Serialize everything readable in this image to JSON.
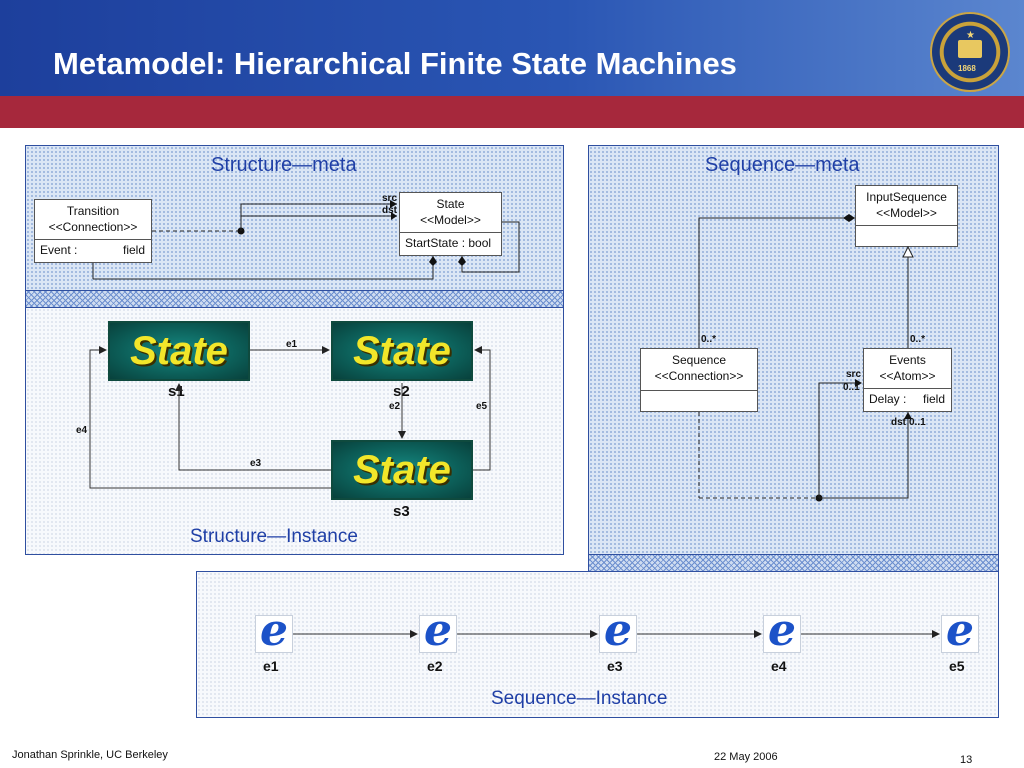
{
  "slide": {
    "title": "Metamodel: Hierarchical Finite State Machines",
    "footer_author": "Jonathan Sprinkle, UC Berkeley",
    "footer_date": "22 May 2006",
    "page_number": "13",
    "seal_year": "1868"
  },
  "structure_meta": {
    "title": "Structure—meta",
    "transition": {
      "name": "Transition",
      "stereotype": "<<Connection>>",
      "attr_name": "Event :",
      "attr_type": "field"
    },
    "state": {
      "name": "State",
      "stereotype": "<<Model>>",
      "attr": "StartState : bool"
    },
    "src_label": "src",
    "dst_label": "dst"
  },
  "structure_instance": {
    "title": "Structure—Instance",
    "states": [
      {
        "text": "State",
        "name": "s1"
      },
      {
        "text": "State",
        "name": "s2"
      },
      {
        "text": "State",
        "name": "s3"
      }
    ],
    "edges": [
      "e1",
      "e2",
      "e3",
      "e4",
      "e5"
    ]
  },
  "sequence_meta": {
    "title": "Sequence—meta",
    "input_sequence": {
      "name": "InputSequence",
      "stereotype": "<<Model>>"
    },
    "sequence": {
      "name": "Sequence",
      "stereotype": "<<Connection>>"
    },
    "events": {
      "name": "Events",
      "stereotype": "<<Atom>>",
      "attr_name": "Delay :",
      "attr_type": "field"
    },
    "mult_sequence": "0..*",
    "mult_events": "0..*",
    "src_label": "src",
    "src_mult": "0..1",
    "dst_label": "dst",
    "dst_mult": "0..1"
  },
  "sequence_instance": {
    "title": "Sequence—Instance",
    "icon_glyph": "e",
    "events": [
      "e1",
      "e2",
      "e3",
      "e4",
      "e5"
    ]
  }
}
